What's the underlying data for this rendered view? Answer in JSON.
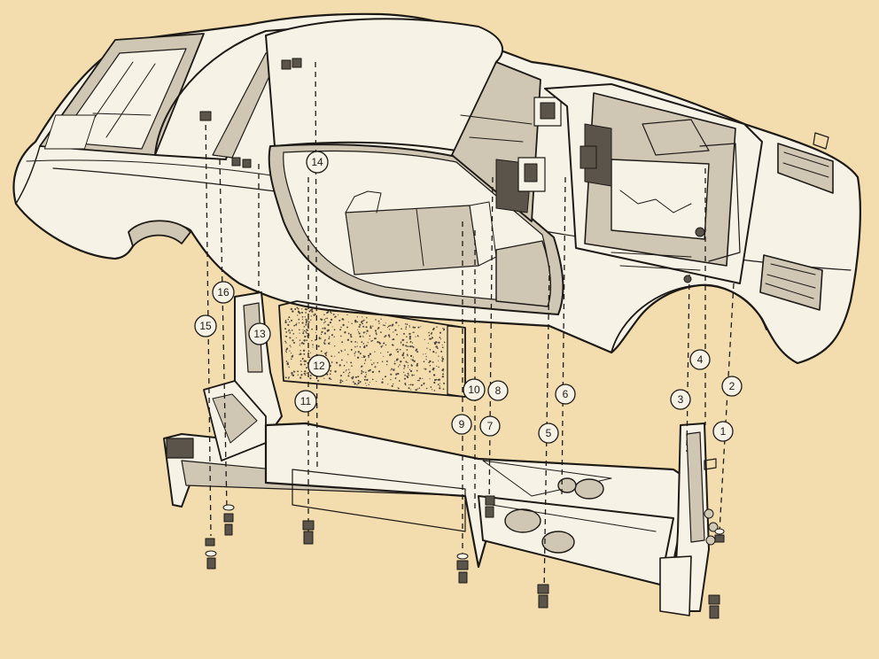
{
  "figure": {
    "background_color": "#f3dcae",
    "line_color": "#1d1a16",
    "paper_color": "#f6f2e6",
    "callouts": [
      {
        "id": "c1",
        "label": "1"
      },
      {
        "id": "c2",
        "label": "2"
      },
      {
        "id": "c3",
        "label": "3"
      },
      {
        "id": "c4",
        "label": "4"
      },
      {
        "id": "c5",
        "label": "5"
      },
      {
        "id": "c6",
        "label": "6"
      },
      {
        "id": "c7",
        "label": "7"
      },
      {
        "id": "c8",
        "label": "8"
      },
      {
        "id": "c9",
        "label": "9"
      },
      {
        "id": "c10",
        "label": "10"
      },
      {
        "id": "c11",
        "label": "11"
      },
      {
        "id": "c12",
        "label": "12"
      },
      {
        "id": "c13",
        "label": "13"
      },
      {
        "id": "c14",
        "label": "14"
      },
      {
        "id": "c15",
        "label": "15"
      },
      {
        "id": "c16",
        "label": "16"
      }
    ]
  }
}
